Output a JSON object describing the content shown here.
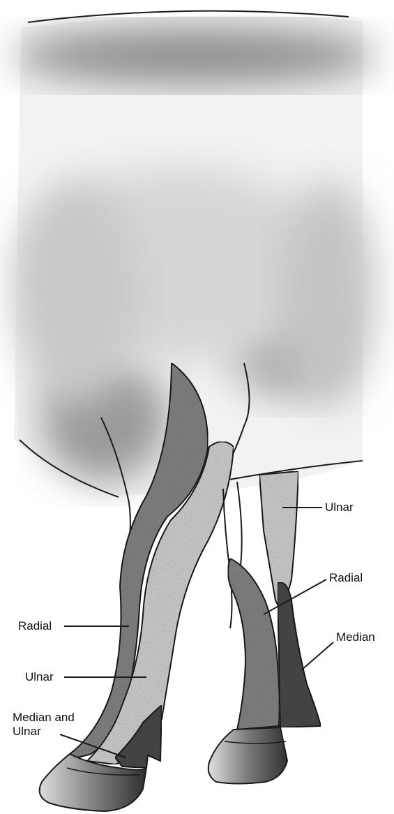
{
  "diagram": {
    "labels": {
      "ulnar_right": "Ulnar",
      "radial_right": "Radial",
      "median_right": "Median",
      "radial_left": "Radial",
      "ulnar_left": "Ulnar",
      "median_ulnar_left": "Median and\nUlnar"
    },
    "colors": {
      "radial_zone": "#8a8a8a",
      "ulnar_zone": "#d9d9d9",
      "median_zone": "#4d4d4d",
      "outline": "#1a1a1a",
      "body_shade": "#9a9a9a"
    }
  }
}
